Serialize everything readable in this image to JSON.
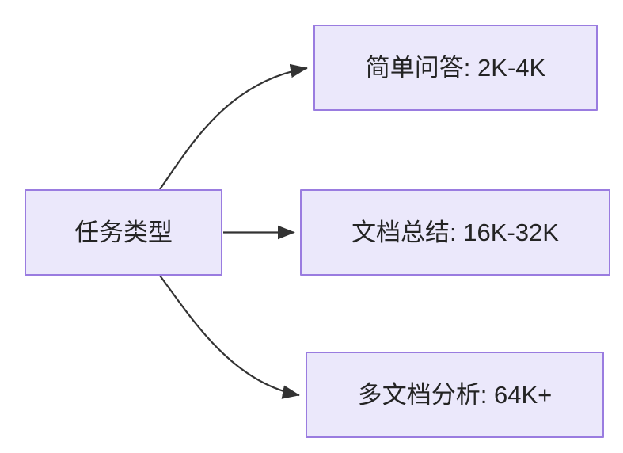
{
  "diagram": {
    "type": "flowchart",
    "direction": "left-to-right",
    "background_color": "#ffffff",
    "node_fill_color": "#ebe8fb",
    "node_border_color": "#9a7ce0",
    "node_text_color": "#242424",
    "edge_color": "#333333",
    "root": {
      "id": "root",
      "label": "任务类型"
    },
    "branches": [
      {
        "id": "simple",
        "label": "简单问答: 2K-4K",
        "edge_style": "curved",
        "arrowhead": "filled-triangle"
      },
      {
        "id": "doc",
        "label": "文档总结: 16K-32K",
        "edge_style": "straight",
        "arrowhead": "filled-triangle"
      },
      {
        "id": "multidoc",
        "label": "多文档分析: 64K+",
        "edge_style": "curved",
        "arrowhead": "filled-triangle"
      }
    ]
  }
}
